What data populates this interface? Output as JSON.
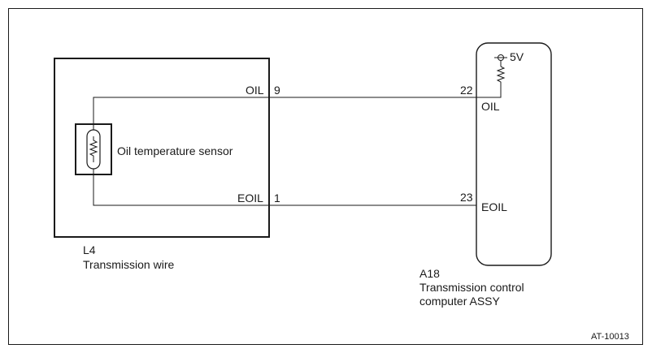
{
  "left_component": {
    "pin_oil": {
      "label": "OIL",
      "number": "9"
    },
    "pin_eoil": {
      "label": "EOIL",
      "number": "1"
    },
    "sensor_label": "Oil temperature sensor",
    "code": "L4",
    "name": "Transmission wire"
  },
  "right_component": {
    "supply": "5V",
    "pin_oil": {
      "number": "22",
      "label": "OIL"
    },
    "pin_eoil": {
      "number": "23",
      "label": "EOIL"
    },
    "code": "A18",
    "name_line1": "Transmission control",
    "name_line2": "computer ASSY"
  },
  "figure_id": "AT-10013"
}
